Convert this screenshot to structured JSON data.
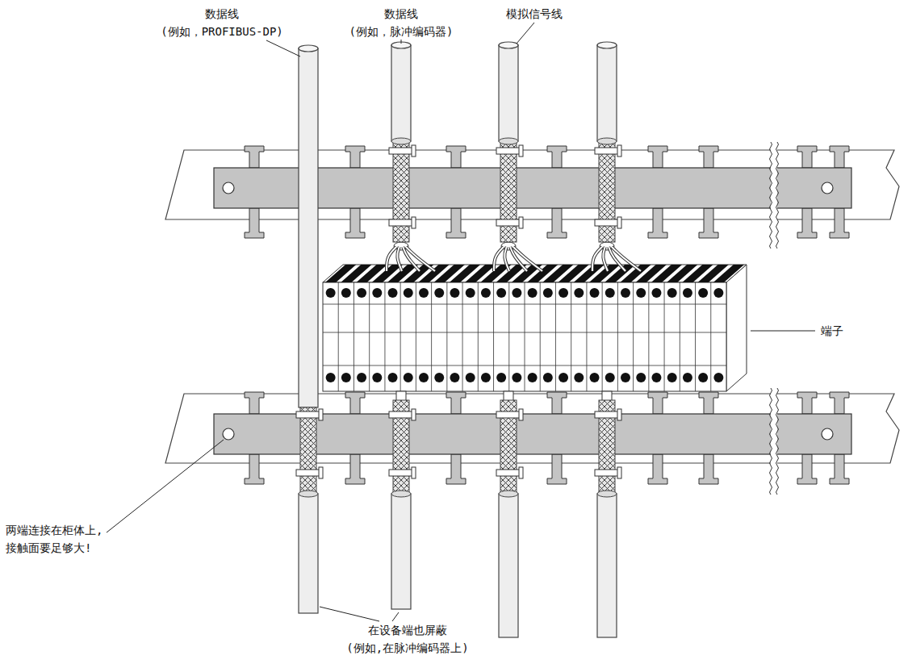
{
  "diagram": {
    "labels": [
      "数据线",
      "(例如，PROFIBUS-DP)",
      "数据线",
      "(例如，脉冲编码器)",
      "模拟信号线",
      "端子",
      "两端连接在柜体上,",
      "接触面要足够大!",
      "在设备端也屏蔽",
      "(例如,在脉冲编码器上)"
    ]
  }
}
